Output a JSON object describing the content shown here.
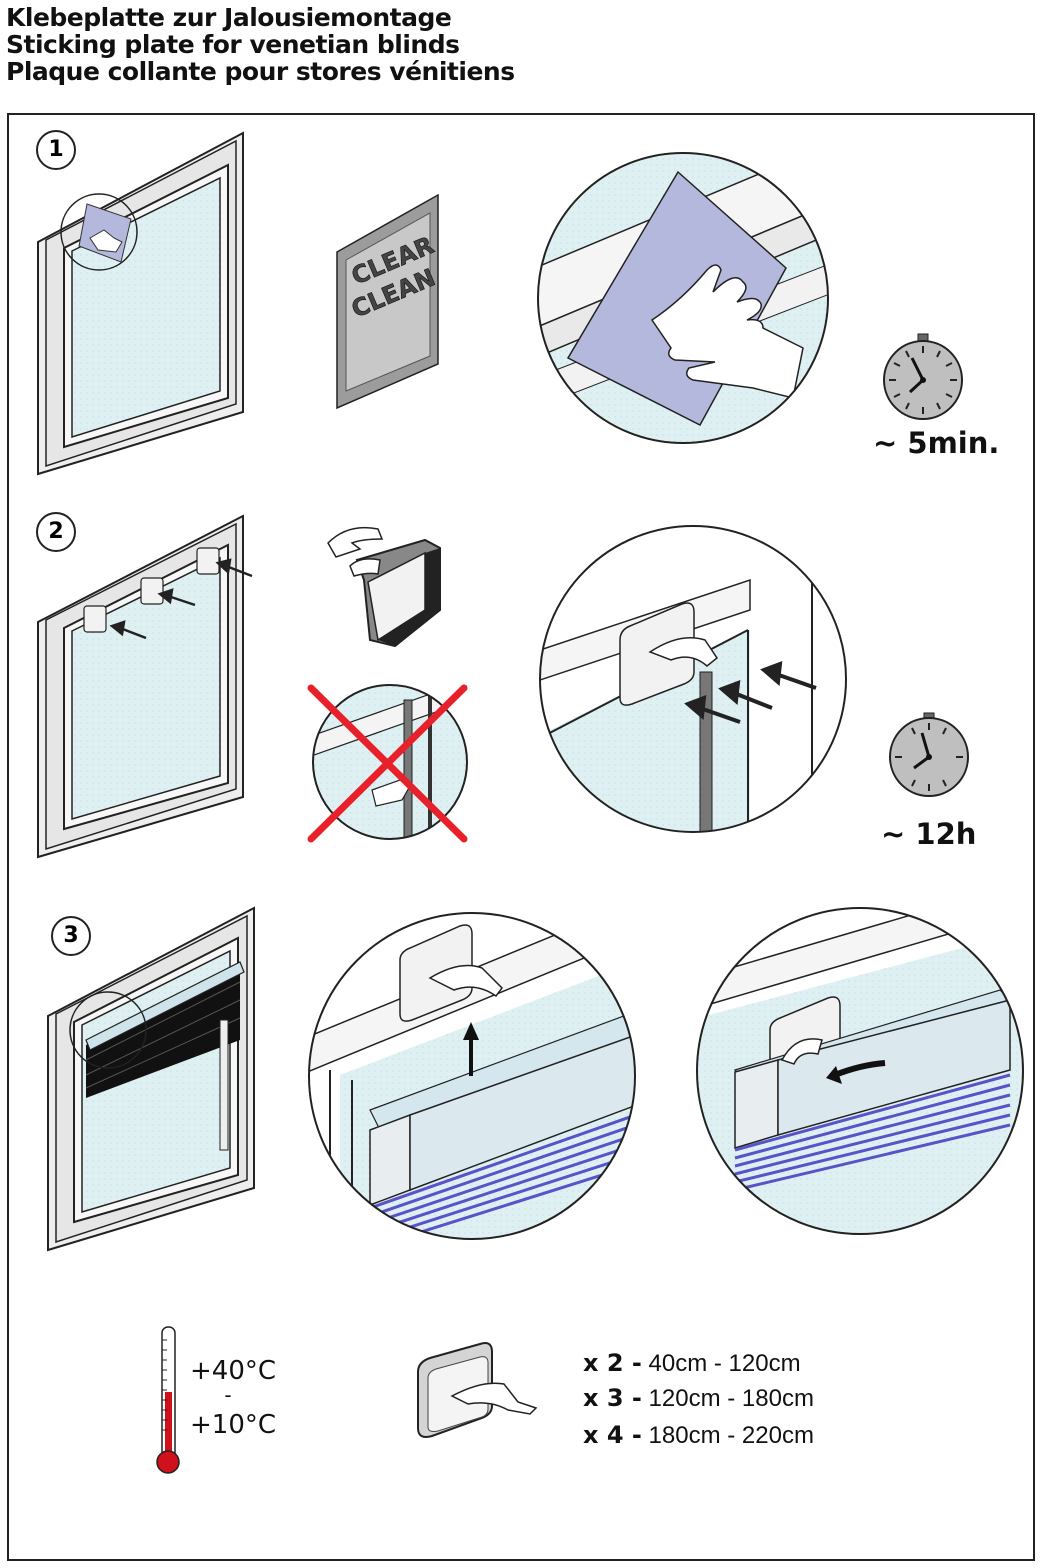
{
  "titles": {
    "de": "Klebeplatte zur Jalousiemontage",
    "en": "Sticking plate for venetian blinds",
    "fr": "Plaque collante pour stores vénitiens"
  },
  "steps": {
    "s1": "1",
    "s2": "2",
    "s3": "3"
  },
  "wipe": {
    "line1": "CLEAR",
    "line2": "CLEAN"
  },
  "timers": {
    "t1": "~ 5min.",
    "t2": "~ 12h"
  },
  "temperature": {
    "max": "+40°C",
    "sep": "-",
    "min": "+10°C"
  },
  "quantities": [
    {
      "count": "x 2 -",
      "range": "40cm - 120cm"
    },
    {
      "count": "x 3 -",
      "range": "120cm - 180cm"
    },
    {
      "count": "x 4 -",
      "range": "180cm - 220cm"
    }
  ],
  "colors": {
    "glass": "#dff0f3",
    "frame": "#f0f0f0",
    "wipe": "#b4b8dc",
    "slat": "#5a52c8",
    "cross": "#e8202a",
    "bulb": "#d0101a"
  }
}
